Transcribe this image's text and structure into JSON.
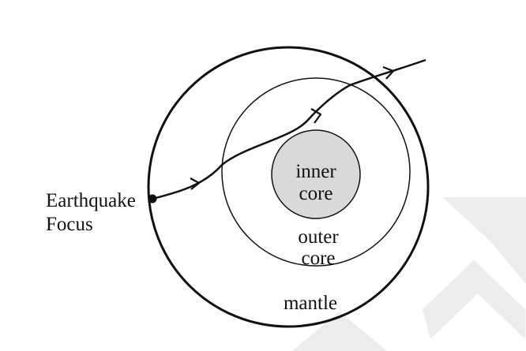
{
  "labels": {
    "inner_core_line1": "inner",
    "inner_core_line2": "core",
    "outer_core_line1": "outer",
    "outer_core_line2": "core",
    "mantle": "mantle",
    "focus_line1": "Earthquake",
    "focus_line2": "Focus"
  },
  "colors": {
    "stroke": "#111111",
    "inner_core_fill": "#d9d9d9",
    "background": "#ffffff",
    "watermark": "#ececec"
  },
  "icons": {
    "focus_marker": "filled-dot-icon",
    "direction_arrows": "chevron-arrow-icon",
    "watermark": "watermark-arrow-icon"
  }
}
